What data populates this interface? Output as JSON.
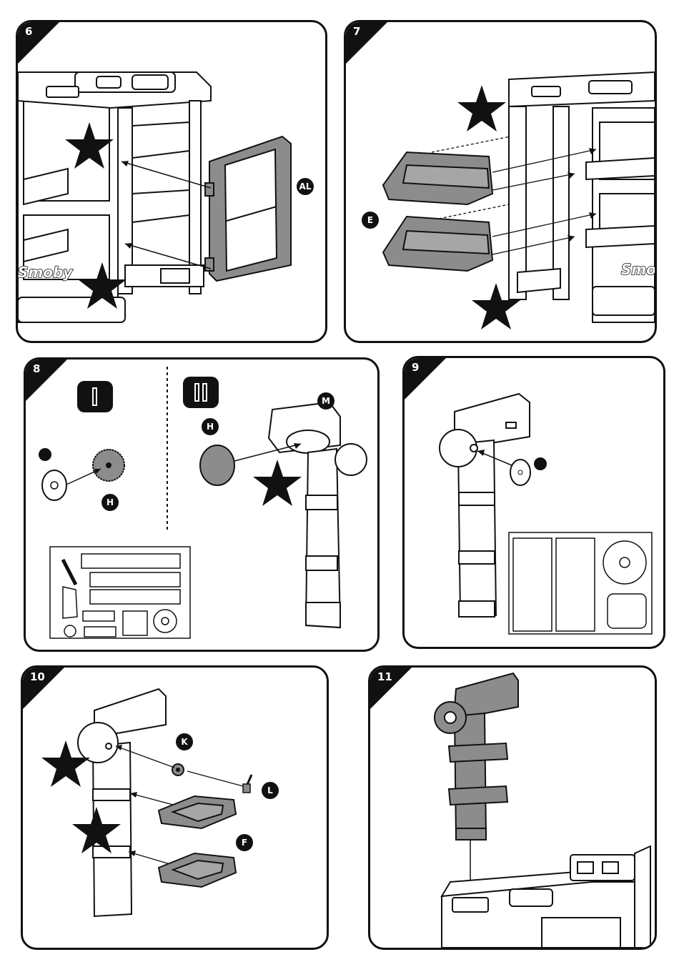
{
  "panels": [
    {
      "step": "6",
      "labels": [
        "AL"
      ]
    },
    {
      "step": "7",
      "labels": [
        "E"
      ]
    },
    {
      "step": "8",
      "labels": [
        "H",
        "H",
        "M"
      ],
      "sub_steps": [
        "I",
        "II"
      ]
    },
    {
      "step": "9",
      "labels": []
    },
    {
      "step": "10",
      "labels": [
        "K",
        "L",
        "F"
      ]
    },
    {
      "step": "11",
      "labels": []
    }
  ],
  "brand_text": "Smoby",
  "colors": {
    "ink": "#111111",
    "part_fill": "#8c8c8c",
    "paper": "#ffffff"
  },
  "icons": [
    "star-icon",
    "arrow-icon"
  ]
}
